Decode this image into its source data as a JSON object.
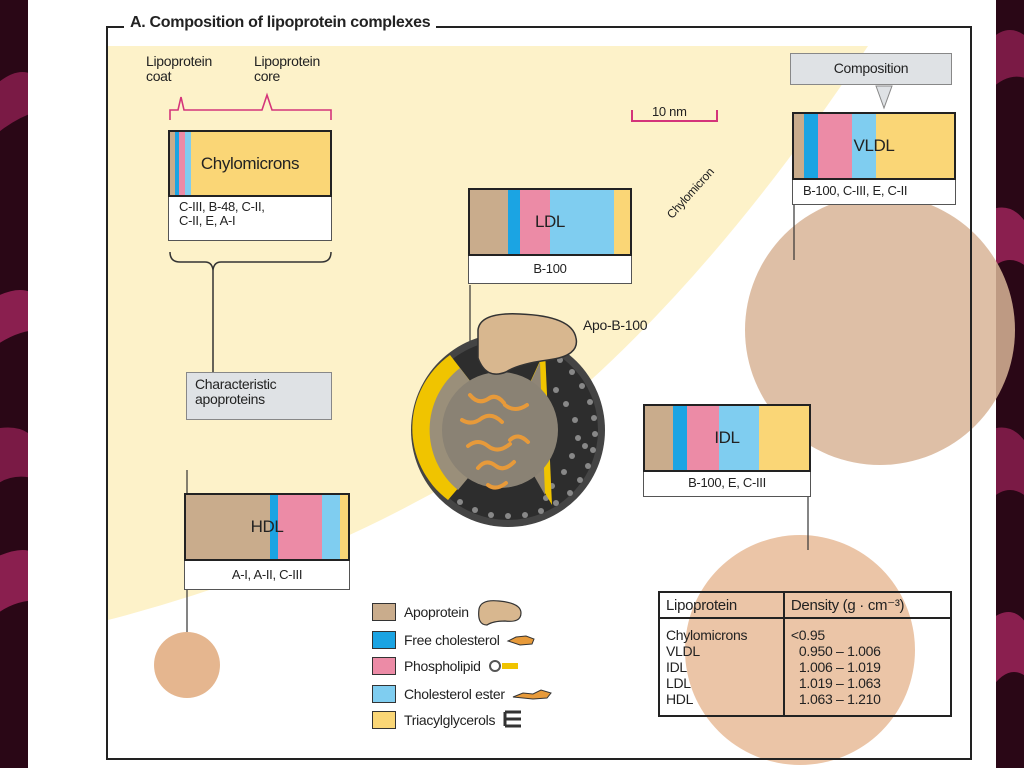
{
  "title": "A. Composition of lipoprotein complexes",
  "labels": {
    "lipoprotein_coat": "Lipoprotein\ncoat",
    "lipoprotein_core": "Lipoprotein\ncore",
    "scale": "10 nm",
    "chylomicron_curve": "Chylomicron",
    "apo_b100": "Apo-B-100"
  },
  "callouts": {
    "composition": "Composition",
    "characteristic_apoproteins": "Characteristic\napoproteins"
  },
  "complexes": {
    "chylomicrons": {
      "name": "Chylomicrons",
      "apoproteins": "C-III, B-48, C-II,\nC-II, E, A-I"
    },
    "ldl": {
      "name": "LDL",
      "apoproteins": "B-100"
    },
    "vldl": {
      "name": "VLDL",
      "apoproteins": "B-100, C-III, E, C-II"
    },
    "idl": {
      "name": "IDL",
      "apoproteins": "B-100, E, C-III"
    },
    "hdl": {
      "name": "HDL",
      "apoproteins": "A-I, A-II, C-III"
    }
  },
  "legend": [
    {
      "label": "Apoprotein",
      "color": "#c9ac8c",
      "icon": "apoprotein-blob-icon"
    },
    {
      "label": "Free cholesterol",
      "color": "#1ba4e3",
      "icon": "cholesterol-molecule-icon"
    },
    {
      "label": "Phospholipid",
      "color": "#ec8ba6",
      "icon": "phospholipid-molecule-icon"
    },
    {
      "label": "Cholesterol ester",
      "color": "#7fcdf0",
      "icon": "cholesterol-ester-molecule-icon"
    },
    {
      "label": "Triacylglycerols",
      "color": "#fad676",
      "icon": "triacylglycerol-molecule-icon"
    }
  ],
  "density_table": {
    "headers": [
      "Lipoprotein",
      "Density (g · cm⁻³)"
    ],
    "rows": [
      [
        "Chylomicrons",
        "<0.95"
      ],
      [
        "VLDL",
        "0.950 – 1.006"
      ],
      [
        "IDL",
        "1.006 – 1.019"
      ],
      [
        "LDL",
        "1.019 – 1.063"
      ],
      [
        "HDL",
        "1.063 – 1.210"
      ]
    ]
  },
  "colors": {
    "apoprotein": "#c9ac8c",
    "free_cholesterol": "#1ba4e3",
    "phospholipid": "#ec8ba6",
    "cholesterol_ester": "#7fcdf0",
    "triacylglycerols": "#fad676",
    "chylomicron_fill": "#fdf2c9",
    "particle_tan": "#e6b98f",
    "accent_magenta": "#d4347a"
  }
}
